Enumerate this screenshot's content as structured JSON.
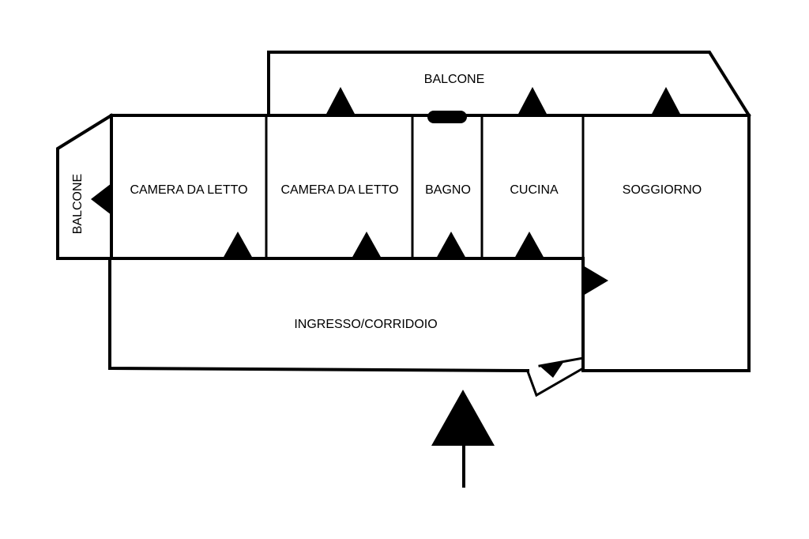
{
  "rooms": {
    "balcony_top": "BALCONE",
    "balcony_left": "BALCONE",
    "bedroom_1": "CAMERA DA LETTO",
    "bedroom_2": "CAMERA DA LETTO",
    "bathroom": "BAGNO",
    "kitchen": "CUCINA",
    "living_room": "SOGGIORNO",
    "entrance_hall": "INGRESSO/CORRIDOIO"
  }
}
